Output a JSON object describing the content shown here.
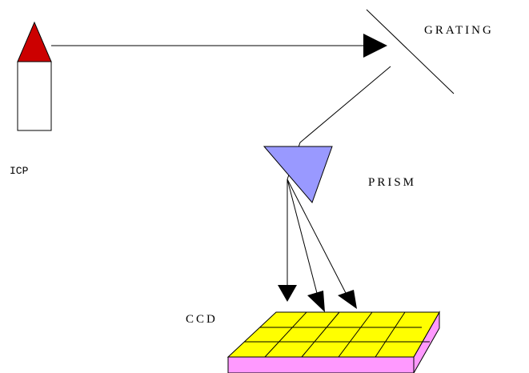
{
  "labels": {
    "source": "ICP",
    "grating": "GRATING",
    "prism": "PRISM",
    "detector": "CCD"
  },
  "components": [
    {
      "name": "ICP torch",
      "icon": "torch-icon",
      "colors": {
        "tip": "#cc0000",
        "body": "#ffffff"
      }
    },
    {
      "name": "Grating",
      "icon": "grating-line"
    },
    {
      "name": "Prism",
      "icon": "prism-icon",
      "colors": {
        "fill": "#9999ff"
      }
    },
    {
      "name": "CCD",
      "icon": "ccd-detector-icon",
      "colors": {
        "top": "#ffff00",
        "side": "#ff99ff"
      }
    }
  ],
  "ccd_grid": {
    "columns": 5,
    "rows": 3
  },
  "colors": {
    "line": "#000000",
    "torch_tip": "#cc0000",
    "prism": "#9999ff",
    "ccd_top": "#ffff00",
    "ccd_side": "#ff99ff"
  }
}
